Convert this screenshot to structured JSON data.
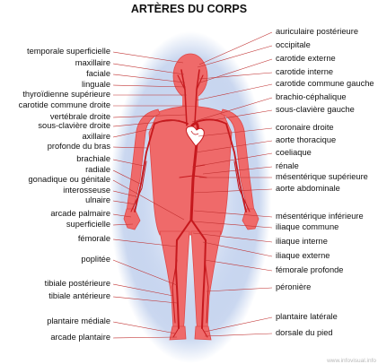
{
  "title": "ARTÈRES DU CORPS",
  "watermark": "www.infovisual.info",
  "colors": {
    "body": "#ef6a6a",
    "body_edge": "#e84a4a",
    "artery": "#c6181d",
    "leader": "#c03030",
    "glow": "#9fb7e3",
    "heart": "#ffffff"
  },
  "left_labels": [
    "temporale superficielle",
    "maxillaire",
    "faciale",
    "linguale",
    "thyroïdienne supérieure",
    "carotide commune droite",
    "vertébrale droite",
    "sous-clavière droite",
    "axillaire",
    "profonde du bras",
    "brachiale",
    "radiale",
    "gonadique ou génitale",
    "interosseuse",
    "ulnaire",
    "arcade palmaire",
    "superficielle",
    "fémorale",
    "poplitée",
    "tibiale postérieure",
    "tibiale antérieure",
    "plantaire médiale",
    "arcade plantaire"
  ],
  "right_labels": [
    "auriculaire postérieure",
    "occipitale",
    "carotide externe",
    "carotide interne",
    "carotide commune gauche",
    "brachio-céphalique",
    "sous-clavière gauche",
    "coronaire droite",
    "aorte thoracique",
    "coeliaque",
    "rénale",
    "mésentérique supérieure",
    "aorte abdominale",
    "mésentérique inférieure",
    "iliaque commune",
    "iliaque interne",
    "iliaque externe",
    "fémorale profonde",
    "péronière",
    "plantaire latérale",
    "dorsale du pied"
  ]
}
